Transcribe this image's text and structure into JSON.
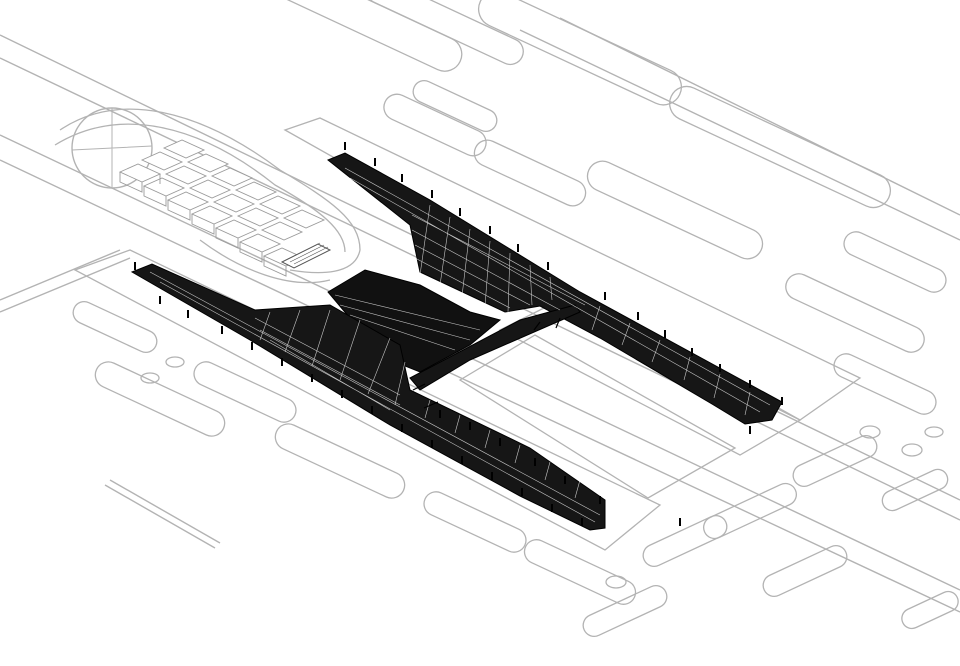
{
  "drawing": {
    "style": "isometric axonometric line drawing",
    "colors": {
      "background": "#ffffff",
      "outline": "#b3b3b3",
      "structure": "#111111",
      "grid": "#ffffff"
    },
    "elements": [
      "runways",
      "taxiways",
      "airport-terminal",
      "north-concourse",
      "south-concourse",
      "central-terminal-hall",
      "city-blocks",
      "roundabout",
      "boarding-gates"
    ]
  }
}
